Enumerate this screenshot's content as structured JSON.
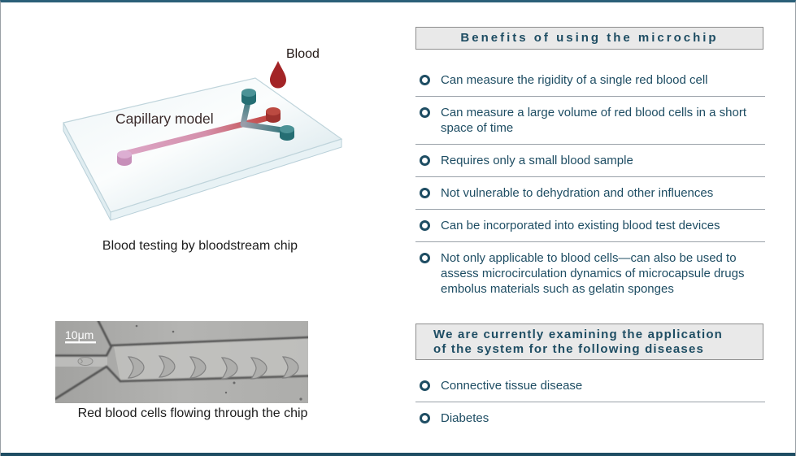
{
  "page": {
    "accent_color": "#1e4d63",
    "header_bg": "#e9e9e9",
    "separator_color": "#9aa1a9",
    "blood_red": "#a32426",
    "teal_port": "#2a7177",
    "pink_port": "#c78fb9"
  },
  "left": {
    "diagram": {
      "blood_label": "Blood",
      "capillary_label": "Capillary model",
      "caption": "Blood testing by bloodstream chip"
    },
    "micrograph": {
      "scale_label": "10μm",
      "caption": "Red blood cells flowing through the chip"
    }
  },
  "benefits": {
    "title": "Benefits of using the microchip",
    "items": [
      {
        "text": "Can measure the rigidity of a single red blood cell"
      },
      {
        "text": "Can measure a large volume of red blood cells in a short space of time"
      },
      {
        "text": "Requires only a small blood sample"
      },
      {
        "text": "Not vulnerable to dehydration and other influences"
      },
      {
        "text": "Can be incorporated into existing blood test devices"
      },
      {
        "text": "Not only applicable to blood cells—can also be used to assess microcirculation dynamics of microcapsule drugs embolus materials such as gelatin sponges"
      }
    ]
  },
  "applications": {
    "title_line1": "We are currently examining the application",
    "title_line2": "of the system for the following diseases",
    "items": [
      {
        "text": "Connective tissue disease"
      },
      {
        "text": "Diabetes"
      }
    ]
  }
}
